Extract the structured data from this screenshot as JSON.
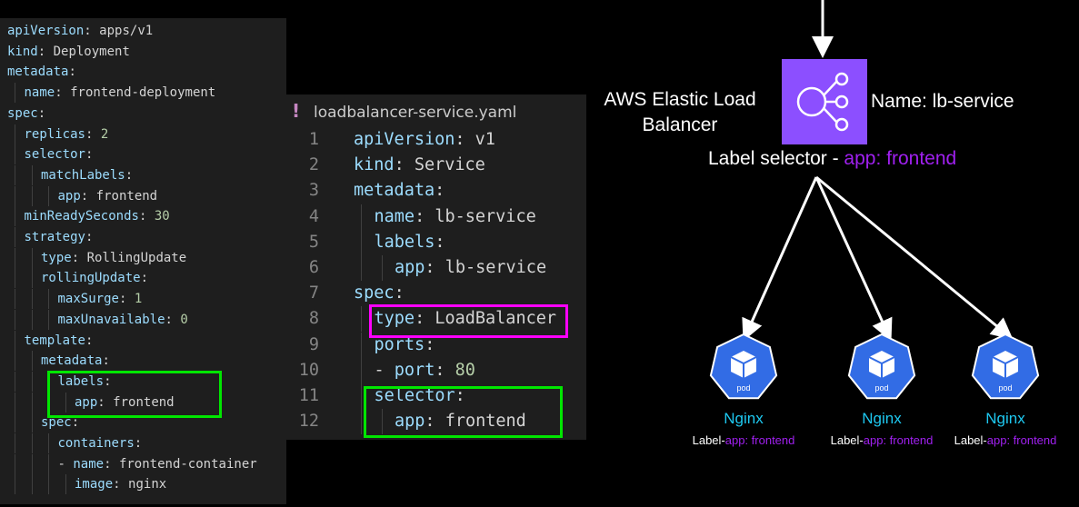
{
  "deployment_yaml": {
    "lines": [
      {
        "key": "apiVersion",
        "value": "apps/v1",
        "indent": 0
      },
      {
        "key": "kind",
        "value": "Deployment",
        "indent": 0
      },
      {
        "key": "metadata",
        "value": "",
        "indent": 0
      },
      {
        "key": "name",
        "value": "frontend-deployment",
        "indent": 1
      },
      {
        "key": "spec",
        "value": "",
        "indent": 0
      },
      {
        "key": "replicas",
        "value": "2",
        "indent": 1,
        "numeric": true
      },
      {
        "key": "selector",
        "value": "",
        "indent": 1
      },
      {
        "key": "matchLabels",
        "value": "",
        "indent": 2
      },
      {
        "key": "app",
        "value": "frontend",
        "indent": 3
      },
      {
        "key": "minReadySeconds",
        "value": "30",
        "indent": 1,
        "numeric": true
      },
      {
        "key": "strategy",
        "value": "",
        "indent": 1
      },
      {
        "key": "type",
        "value": "RollingUpdate",
        "indent": 2
      },
      {
        "key": "rollingUpdate",
        "value": "",
        "indent": 2
      },
      {
        "key": "maxSurge",
        "value": "1",
        "indent": 3,
        "numeric": true
      },
      {
        "key": "maxUnavailable",
        "value": "0",
        "indent": 3,
        "numeric": true
      },
      {
        "key": "template",
        "value": "",
        "indent": 1
      },
      {
        "key": "metadata",
        "value": "",
        "indent": 2
      },
      {
        "key": "labels",
        "value": "",
        "indent": 3
      },
      {
        "key": "app",
        "value": "frontend",
        "indent": 4
      },
      {
        "key": "spec",
        "value": "",
        "indent": 2
      },
      {
        "key": "containers",
        "value": "",
        "indent": 3
      },
      {
        "key": "name",
        "value": "frontend-container",
        "indent": 3,
        "dash": true
      },
      {
        "key": "image",
        "value": "nginx",
        "indent": 4
      }
    ]
  },
  "service_yaml": {
    "filename": "loadbalancer-service.yaml",
    "bang": "!",
    "lines": [
      {
        "num": "1",
        "key": "apiVersion",
        "value": "v1",
        "indent": 0
      },
      {
        "num": "2",
        "key": "kind",
        "value": "Service",
        "indent": 0
      },
      {
        "num": "3",
        "key": "metadata",
        "value": "",
        "indent": 0
      },
      {
        "num": "4",
        "key": "name",
        "value": "lb-service",
        "indent": 1
      },
      {
        "num": "5",
        "key": "labels",
        "value": "",
        "indent": 1
      },
      {
        "num": "6",
        "key": "app",
        "value": "lb-service",
        "indent": 2
      },
      {
        "num": "7",
        "key": "spec",
        "value": "",
        "indent": 0
      },
      {
        "num": "8",
        "key": "type",
        "value": "LoadBalancer",
        "indent": 1
      },
      {
        "num": "9",
        "key": "ports",
        "value": "",
        "indent": 1
      },
      {
        "num": "10",
        "key": "port",
        "value": "80",
        "indent": 1,
        "dash": true,
        "numeric": true
      },
      {
        "num": "11",
        "key": "selector",
        "value": "",
        "indent": 1
      },
      {
        "num": "12",
        "key": "app",
        "value": "frontend",
        "indent": 2
      }
    ]
  },
  "diagram": {
    "elb_title_line1": "AWS Elastic Load",
    "elb_title_line2": "Balancer",
    "elb_name": "Name: lb-service",
    "selector_prefix": "Label selector - ",
    "selector_value": "app: frontend",
    "pods": [
      {
        "icon_text": "pod",
        "name": "Nginx",
        "label_prefix": "Label-",
        "label_value": "app: frontend"
      },
      {
        "icon_text": "pod",
        "name": "Nginx",
        "label_prefix": "Label-",
        "label_value": "app: frontend"
      },
      {
        "icon_text": "pod",
        "name": "Nginx",
        "label_prefix": "Label-",
        "label_value": "app: frontend"
      }
    ],
    "colors": {
      "elb": "#8c4fff",
      "pod": "#326ce5",
      "accent": "#a020f0",
      "pod_name": "#1ec8f0"
    }
  }
}
